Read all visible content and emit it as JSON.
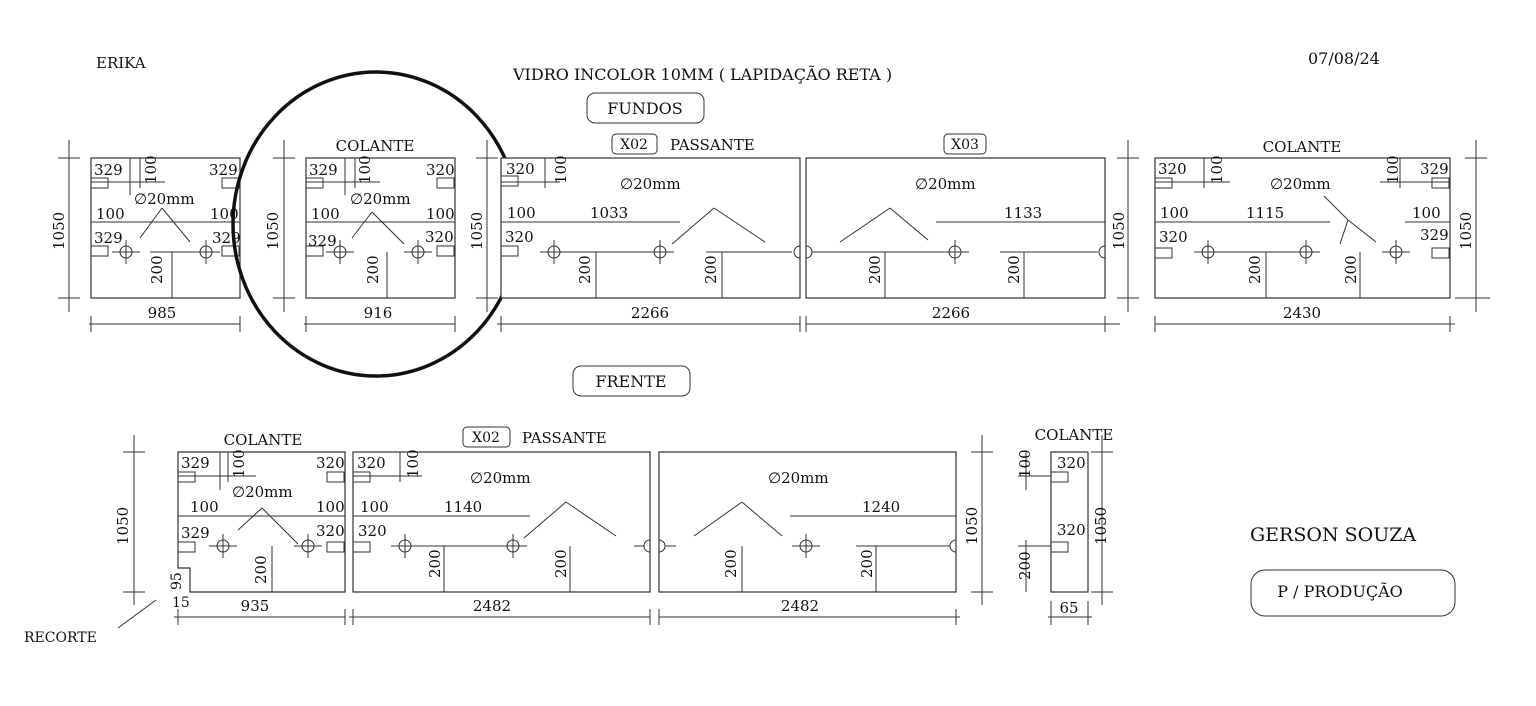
{
  "header": {
    "client": "ERIKA",
    "material": "VIDRO INCOLOR 10MM ( LAPIDAÇÃO RETA )",
    "date": "07/08/24"
  },
  "sections": {
    "fundos": "FUNDOS",
    "frente": "FRENTE"
  },
  "labels": {
    "colante": "COLANTE",
    "passante": "PASSANTE",
    "x02": "X02",
    "x03": "X03",
    "hole": "∅20mm",
    "recorte": "RECORTE"
  },
  "footer": {
    "name": "GERSON SOUZA",
    "stamp": "P / PRODUÇÃO"
  },
  "dims": {
    "h1050": "1050",
    "d100": "100",
    "d200": "200",
    "d329": "329",
    "d320": "320",
    "d32x": "329",
    "d95": "95",
    "d15": "15",
    "w985": "985",
    "w916": "916",
    "w2266": "2266",
    "w2430": "2430",
    "w935": "935",
    "w2482": "2482",
    "w65": "65",
    "d1033": "1033",
    "d1133": "1133",
    "d1115": "1115",
    "d1140": "1140",
    "d1240": "1240"
  },
  "colors": {
    "line": "#333333",
    "ink": "#111111",
    "paper": "#ffffff"
  }
}
